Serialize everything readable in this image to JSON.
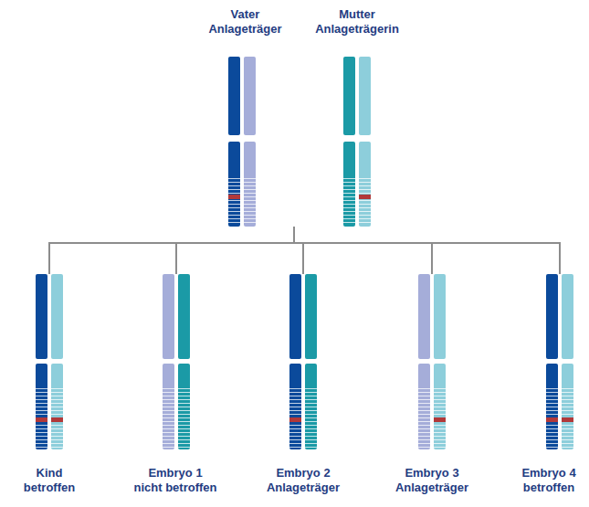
{
  "diagram": {
    "nodes": [
      {
        "text": [
          "Vater",
          "Anlageträger"
        ]
      },
      {
        "text": [
          "Mutter",
          "Anlageträgerin"
        ]
      },
      {
        "text": [
          "Kind",
          "betroffen"
        ]
      },
      {
        "text": [
          "Embryo 1",
          "nicht betroffen"
        ]
      },
      {
        "text": [
          "Embryo 2",
          "Anlageträger"
        ]
      },
      {
        "text": [
          "Embryo 3",
          "Anlageträger"
        ]
      },
      {
        "text": [
          "Embryo 4",
          "betroffen"
        ]
      }
    ],
    "edges": [
      {
        "from": 0,
        "to": 2,
        "arrow": "none"
      },
      {
        "from": 0,
        "to": 3,
        "arrow": "none"
      },
      {
        "from": 0,
        "to": 4,
        "arrow": "none"
      },
      {
        "from": 0,
        "to": 5,
        "arrow": "none"
      },
      {
        "from": 0,
        "to": 6,
        "arrow": "none"
      },
      {
        "from": 1,
        "to": 2,
        "arrow": "none"
      },
      {
        "from": 1,
        "to": 3,
        "arrow": "none"
      },
      {
        "from": 1,
        "to": 4,
        "arrow": "none"
      },
      {
        "from": 1,
        "to": 5,
        "arrow": "none"
      },
      {
        "from": 1,
        "to": 6,
        "arrow": "none"
      }
    ]
  }
}
